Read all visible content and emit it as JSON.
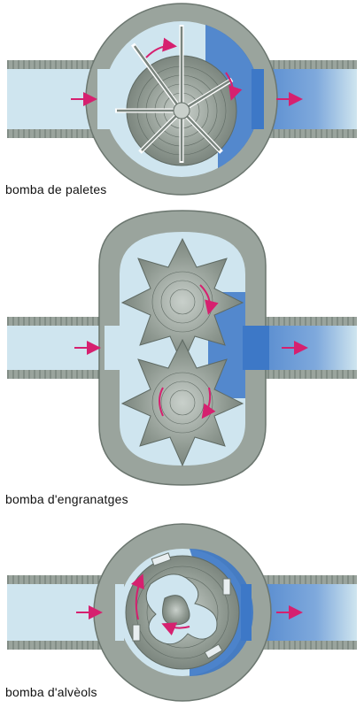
{
  "diagrams": [
    {
      "caption": "bomba de paletes"
    },
    {
      "caption": "bomba d'engranatges"
    },
    {
      "caption": "bomba d'alvèols"
    }
  ],
  "colors": {
    "housing": "#9aa49d",
    "housing_edge": "#6b766f",
    "fluid_light": "#cfe5ef",
    "fluid_dark": "#3d78c7",
    "rotor": "#8f9991",
    "arrow": "#d6206f"
  },
  "icons": [
    "flow-arrow-icon",
    "rotation-arrow-icon"
  ]
}
